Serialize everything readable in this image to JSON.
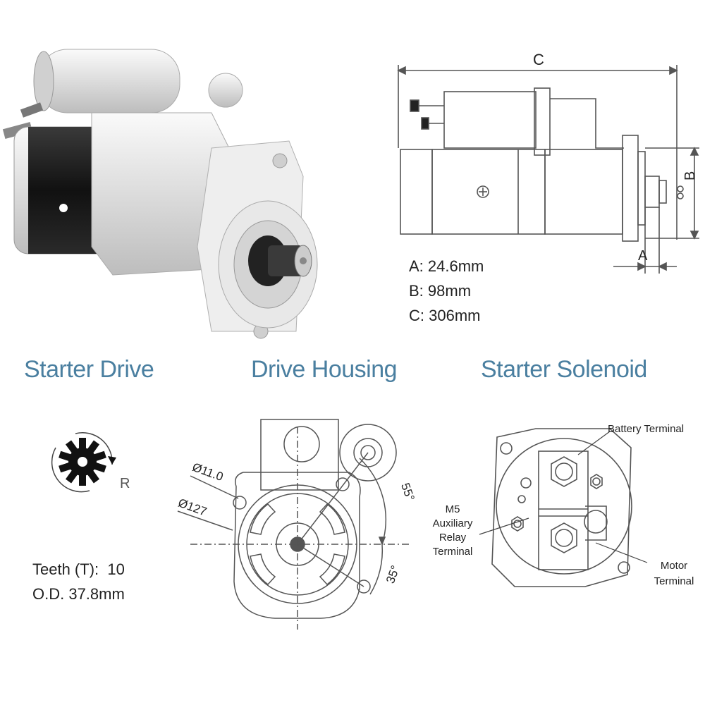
{
  "dimensions": {
    "label_c": "C",
    "label_b": "B",
    "label_a": "A",
    "spec_a": "A: 24.6mm",
    "spec_b": "B: 98mm",
    "spec_c": "C: 306mm"
  },
  "sections": {
    "starter_drive": "Starter Drive",
    "drive_housing": "Drive Housing",
    "starter_solenoid": "Starter Solenoid"
  },
  "starter_drive": {
    "rotation_label": "R",
    "teeth": "Teeth (T):  10",
    "od": "O.D. 37.8mm"
  },
  "drive_housing": {
    "hole_dia": "Ø11.0",
    "pilot_dia": "Ø127",
    "angle_top": "55°",
    "angle_bottom": "35°"
  },
  "solenoid": {
    "battery_terminal": "Battery Terminal",
    "aux_line1": "M5",
    "aux_line2": "Auxiliary",
    "aux_line3": "Relay",
    "aux_line4": "Terminal",
    "motor_line1": "Motor",
    "motor_line2": "Terminal"
  },
  "colors": {
    "title_blue": "#4a7fa0",
    "housing_silver": "#e6e6e6",
    "motor_black": "#1b1b1b"
  }
}
